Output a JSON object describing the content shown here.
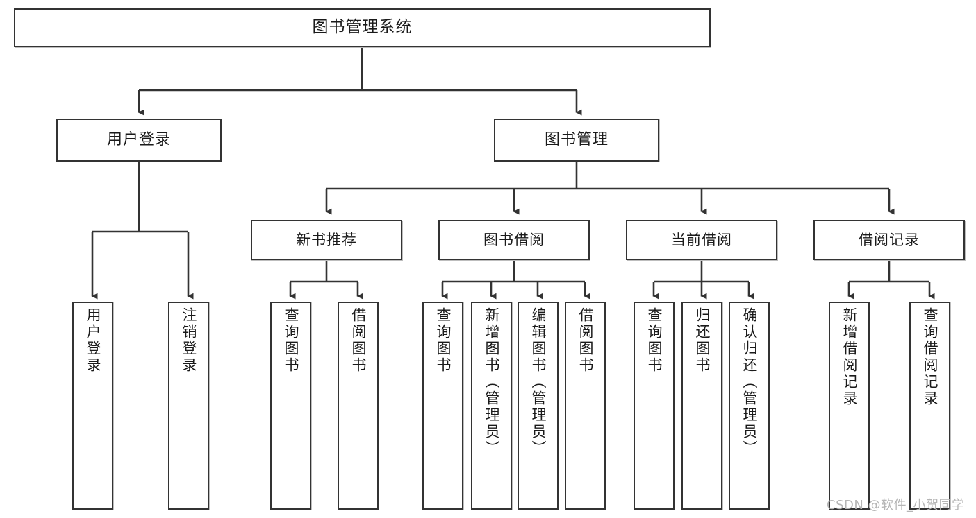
{
  "diagram": {
    "title": "图书管理系统",
    "type": "tree",
    "watermark": "CSDN @软件_小贺同学",
    "colors": {
      "node_border": "#333333",
      "node_fill": "#ffffff",
      "edge": "#333333",
      "text": "#1a1a1a",
      "watermark": "#b6b6b6",
      "background": "#ffffff"
    },
    "nodes": {
      "root": {
        "label": "图书管理系统"
      },
      "level2": [
        {
          "label": "用户登录"
        },
        {
          "label": "图书管理"
        }
      ],
      "level3": [
        {
          "label": "新书推荐"
        },
        {
          "label": "图书借阅"
        },
        {
          "label": "当前借阅"
        },
        {
          "label": "借阅记录"
        }
      ],
      "leaves": {
        "user_login": [
          {
            "label": "用户登录"
          },
          {
            "label": "注销登录"
          }
        ],
        "new_book_recommend": [
          {
            "label": "查询图书"
          },
          {
            "label": "借阅图书"
          }
        ],
        "book_borrow": [
          {
            "label": "查询图书"
          },
          {
            "label": "新增图书（管理员）"
          },
          {
            "label": "编辑图书（管理员）"
          },
          {
            "label": "借阅图书"
          }
        ],
        "current_borrow": [
          {
            "label": "查询图书"
          },
          {
            "label": "归还图书"
          },
          {
            "label": "确认归还（管理员）"
          }
        ],
        "borrow_record": [
          {
            "label": "新增借阅记录"
          },
          {
            "label": "查询借阅记录"
          }
        ]
      }
    }
  }
}
